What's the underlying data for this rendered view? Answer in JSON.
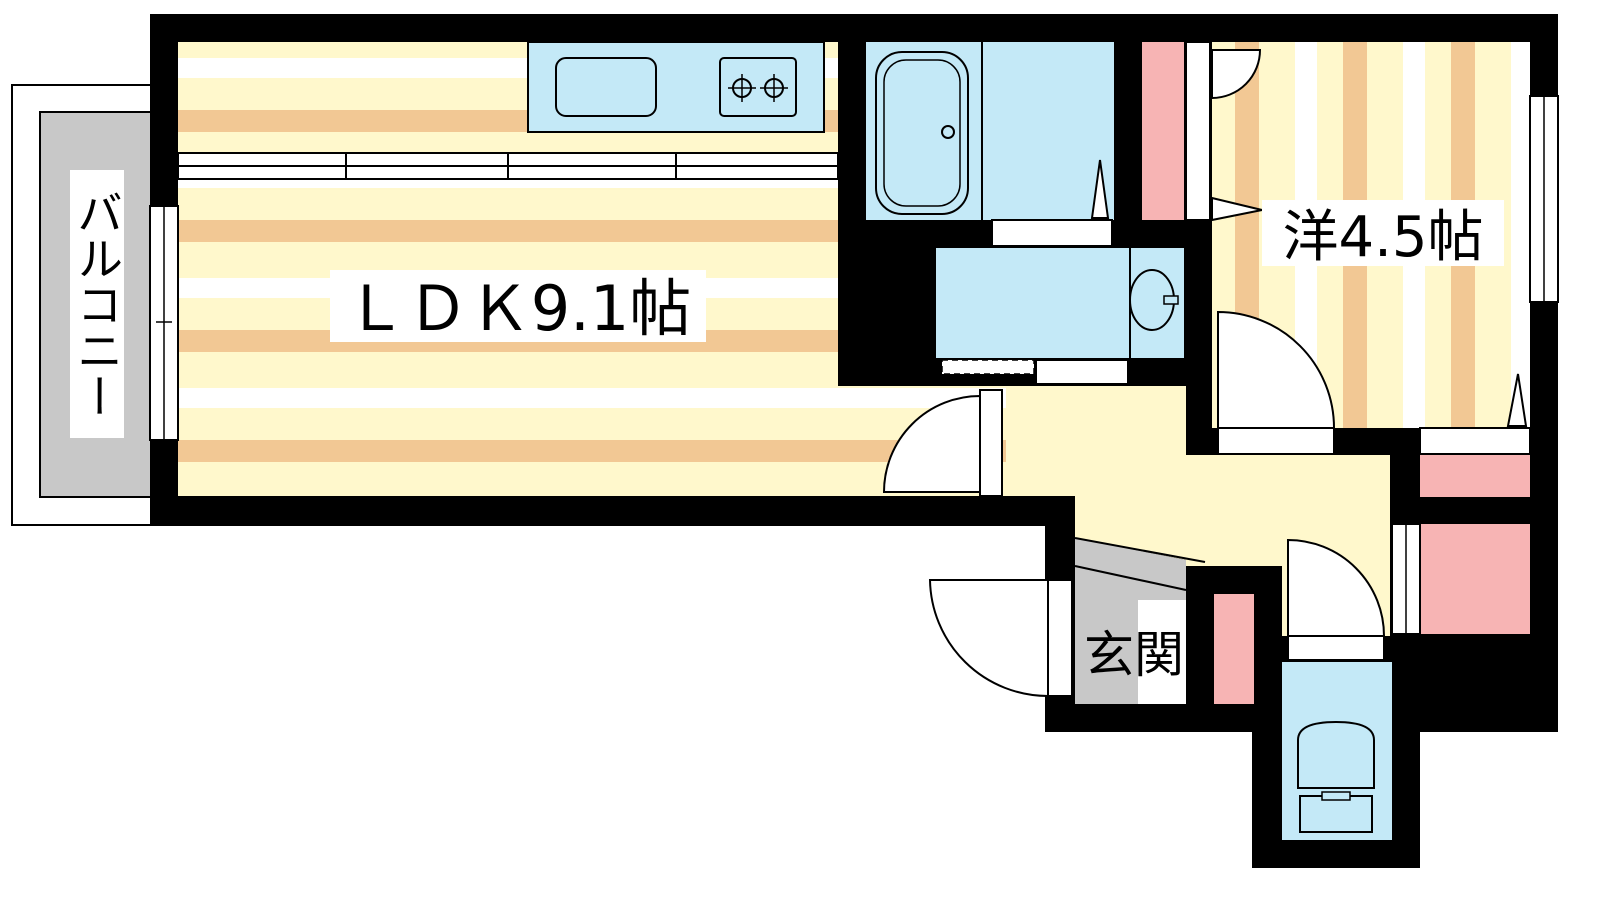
{
  "rooms": {
    "ldk": {
      "label": "ＬＤＫ9.1帖"
    },
    "western": {
      "label": "洋4.5帖"
    },
    "entrance": {
      "label": "玄関"
    },
    "balcony": {
      "label": "バルコニー"
    }
  },
  "colors": {
    "wall": "#000000",
    "floor_base": "#fff8cc",
    "floor_stripe": "#f2c894",
    "floor_light": "#ffffff",
    "wet_area": "#c4e9f7",
    "closet": "#f7b4b4",
    "entrance_floor": "#c8c8c8",
    "balcony": "#c8c8c8"
  },
  "icons": {
    "kitchen": "kitchen-sink-stove-icon",
    "bath": "bathtub-icon",
    "washbasin": "washbasin-icon",
    "toilet": "toilet-icon",
    "door": "swing-door-icon"
  }
}
